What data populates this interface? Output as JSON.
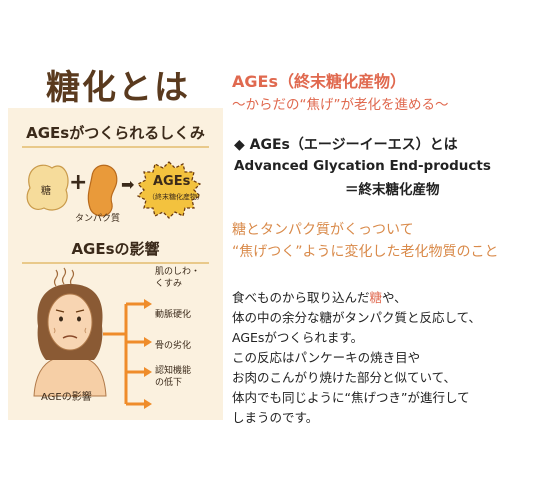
{
  "left": {
    "title": "糖化とは",
    "section1_title": "AGEsがつくられるしくみ",
    "sugar_label": "糖",
    "plus_symbol": "+",
    "protein_label": "タンパク質",
    "arrow_symbol": "➡",
    "ages_label": "AGEs",
    "ages_sublabel": "（終末糖化産物）",
    "section2_title": "AGEsの影響",
    "figure_caption": "AGEの影響",
    "effects": [
      "肌のしわ・",
      "くすみ",
      "動脈硬化",
      "骨の劣化",
      "認知機能",
      "の低下"
    ]
  },
  "right": {
    "heading": "AGEs（終末糖化産物）",
    "subtitle": "〜からだの“焦げ”が老化を進める〜",
    "definition_head": "◆ AGEs（エージーイーエス）とは",
    "definition_en": "Advanced Glycation End-products",
    "definition_jp": "＝終末糖化産物",
    "desc_line1": "糖とタンパク質がくっついて",
    "desc_line2": "“焦げつく”ように変化した老化物質のこと",
    "para": {
      "l1_pre": " 食べものから取り込んだ",
      "l1_accent": "糖",
      "l1_post": "や、",
      "l2": "体の中の余分な糖がタンパク質と反応して、",
      "l3": "AGEsがつくられます。",
      "l4": "この反応はパンケーキの焼き目や",
      "l5": "お肉のこんがり焼けた部分と似ていて、",
      "l6": "体内でも同じように“焦げつき”が進行して",
      "l7": "しまうのです。"
    }
  },
  "colors": {
    "accent": "#e0694f",
    "orange_text": "#d98a4a",
    "panel_bg": "#fbf1df",
    "arrow_orange": "#ef8c2a",
    "brown": "#5a3a1e"
  }
}
